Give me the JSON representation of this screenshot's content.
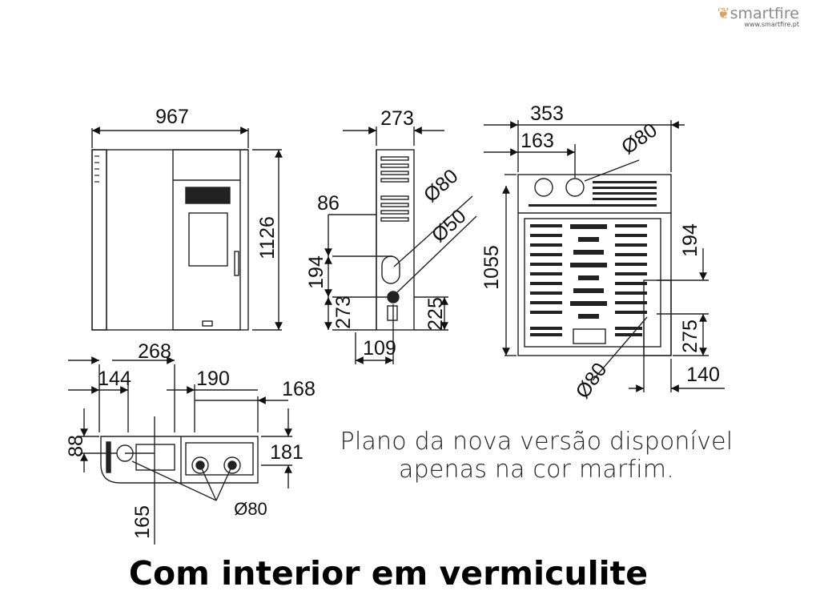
{
  "brand": {
    "name": "smartfire",
    "url": "www.smartfire.pt",
    "flame_color": "#e0a060",
    "text_color": "#8c8c8c"
  },
  "front_view": {
    "width": "967",
    "height": "1126"
  },
  "side_view": {
    "depth": "273",
    "dim_86": "86",
    "dim_194": "194",
    "dim_273": "273",
    "dim_225": "225",
    "dim_109": "109",
    "flue_80": "Ø80",
    "flue_50": "Ø50"
  },
  "back_view": {
    "width_353": "353",
    "width_163": "163",
    "height_1055": "1055",
    "flue_80": "Ø80",
    "dim_194": "194",
    "dim_275": "275",
    "dim_140": "140",
    "flue_80_low": "Ø80"
  },
  "top_view": {
    "dim_268": "268",
    "dim_144": "144",
    "dim_190": "190",
    "dim_168": "168",
    "dim_88": "88",
    "dim_181": "181",
    "dim_165": "165",
    "flue_80": "Ø80"
  },
  "note": {
    "line1": "Plano da nova versão disponível",
    "line2": "apenas na cor marfim."
  },
  "caption": "Com interior em vermiculite"
}
